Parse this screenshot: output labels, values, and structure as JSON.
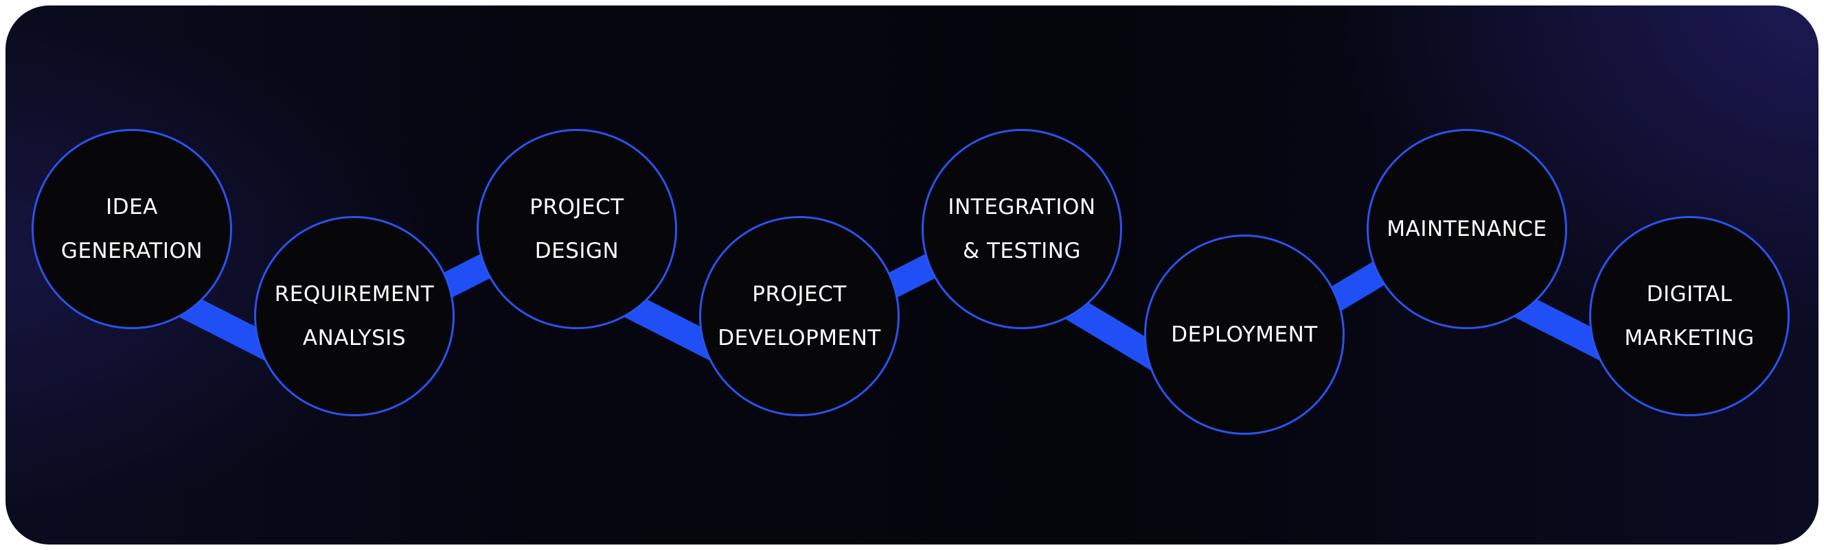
{
  "diagram": {
    "accent_color": "#1f4ff5",
    "circle_border_color": "#2a52f0",
    "steps": [
      {
        "lines": [
          "IDEA",
          "GENERATION"
        ]
      },
      {
        "lines": [
          "REQUIREMENT",
          "ANALYSIS"
        ]
      },
      {
        "lines": [
          "PROJECT",
          "DESIGN"
        ]
      },
      {
        "lines": [
          "PROJECT",
          "DEVELOPMENT"
        ]
      },
      {
        "lines": [
          "INTEGRATION",
          "& TESTING"
        ]
      },
      {
        "lines": [
          "DEPLOYMENT"
        ]
      },
      {
        "lines": [
          "MAINTENANCE"
        ]
      },
      {
        "lines": [
          "DIGITAL",
          "MARKETING"
        ]
      }
    ]
  }
}
